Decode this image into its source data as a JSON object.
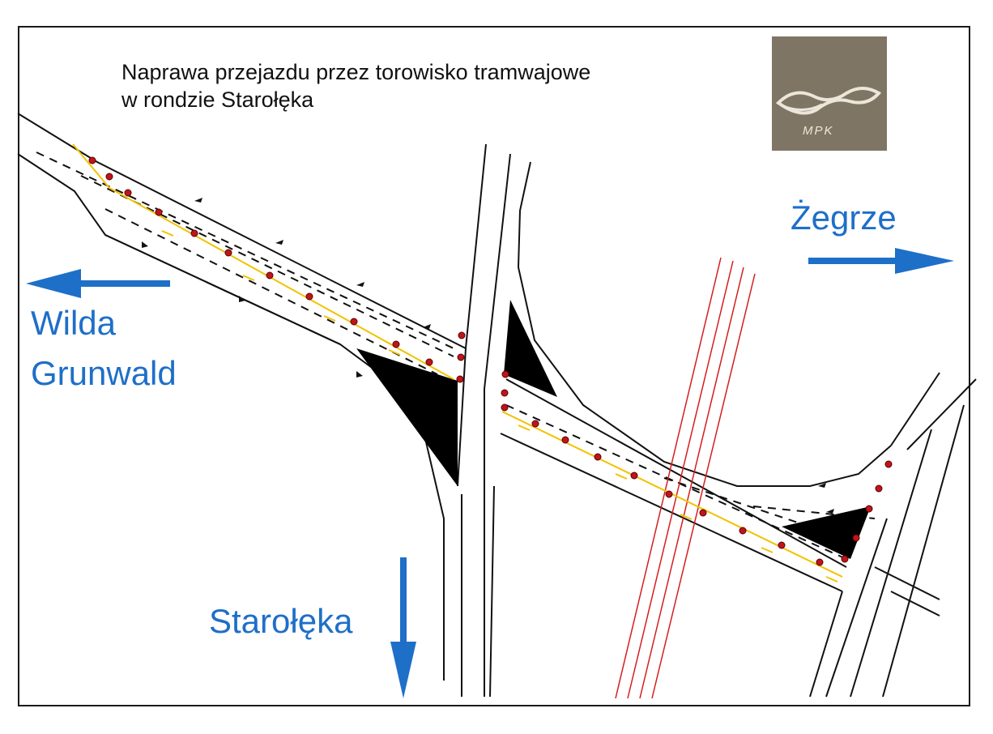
{
  "title": {
    "line1": "Naprawa przejazdu przez torowisko tramwajowe",
    "line2": "w rondzie Starołęka"
  },
  "logo": {
    "text": "MPK",
    "background": "#7f7564"
  },
  "directions": {
    "east": "Żegrze",
    "west_1": "Wilda",
    "west_2": "Grunwald",
    "south": "Starołęka"
  },
  "colors": {
    "direction_text": "#1e6fc8",
    "direction_arrow": "#1e6fc8",
    "road": "#111111",
    "tram_tracks": "#d51e1e",
    "work_markers": "#d51e1e",
    "diversion": "#f2c200"
  },
  "icons": [
    "arrow-left-icon",
    "arrow-right-icon",
    "arrow-down-icon",
    "logo-wave-icon"
  ]
}
